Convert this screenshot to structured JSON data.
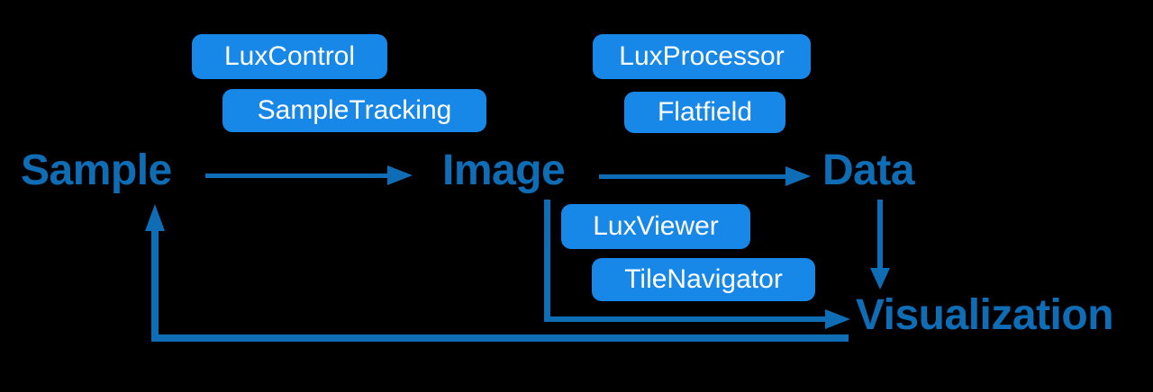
{
  "diagram": {
    "colors": {
      "background": "#000000",
      "node_text": "#0f6db6",
      "arrow": "#0f6db6",
      "box_fill": "#1787e8",
      "box_text": "#ffffff"
    },
    "nodes": [
      {
        "id": "sample",
        "label": "Sample"
      },
      {
        "id": "image",
        "label": "Image"
      },
      {
        "id": "data",
        "label": "Data"
      },
      {
        "id": "visualization",
        "label": "Visualization"
      }
    ],
    "tools": [
      {
        "id": "luxcontrol",
        "label": "LuxControl",
        "edge": "sample-image"
      },
      {
        "id": "sampletracking",
        "label": "SampleTracking",
        "edge": "sample-image"
      },
      {
        "id": "luxprocessor",
        "label": "LuxProcessor",
        "edge": "image-data"
      },
      {
        "id": "flatfield",
        "label": "Flatfield",
        "edge": "image-data"
      },
      {
        "id": "luxviewer",
        "label": "LuxViewer",
        "edge": "image-visualization"
      },
      {
        "id": "tilenavigator",
        "label": "TileNavigator",
        "edge": "image-visualization"
      }
    ],
    "edges": [
      {
        "from": "sample",
        "to": "image"
      },
      {
        "from": "image",
        "to": "data"
      },
      {
        "from": "data",
        "to": "visualization"
      },
      {
        "from": "image",
        "to": "visualization"
      },
      {
        "from": "visualization",
        "to": "sample"
      }
    ]
  }
}
